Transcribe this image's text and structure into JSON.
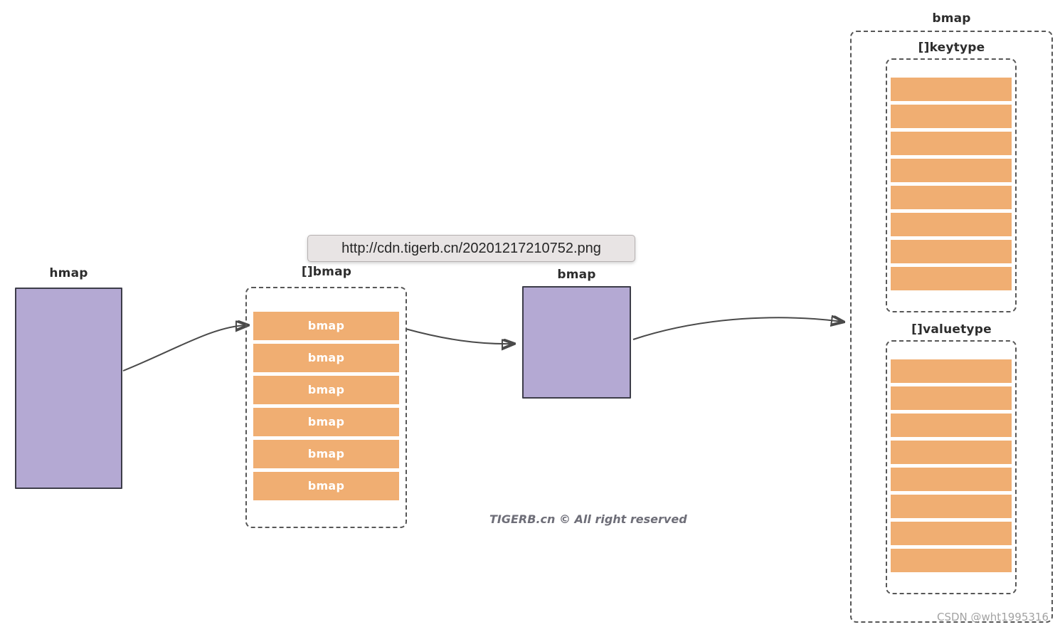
{
  "tooltip": {
    "url": "http://cdn.tigerb.cn/20201217210752.png"
  },
  "diagram": {
    "hmap": {
      "label": "hmap"
    },
    "bucket_array": {
      "label": "[]bmap",
      "rows": [
        "bmap",
        "bmap",
        "bmap",
        "bmap",
        "bmap",
        "bmap"
      ]
    },
    "bucket": {
      "label": "bmap"
    },
    "bucket_detail": {
      "label": "bmap",
      "keytype": {
        "label": "[]keytype",
        "slots": 8
      },
      "valuetype": {
        "label": "[]valuetype",
        "slots": 8
      }
    }
  },
  "watermarks": {
    "tigerb": "TIGERB.cn © All right reserved",
    "csdn": "CSDN @wht1995316"
  },
  "colors": {
    "slot_orange": "#f0ae72",
    "node_purple": "#b4a9d3",
    "node_border": "#3d3d49",
    "dashed_border": "#575757",
    "arrow": "#4a4a4a",
    "tooltip_bg": "#e8e4e4"
  }
}
